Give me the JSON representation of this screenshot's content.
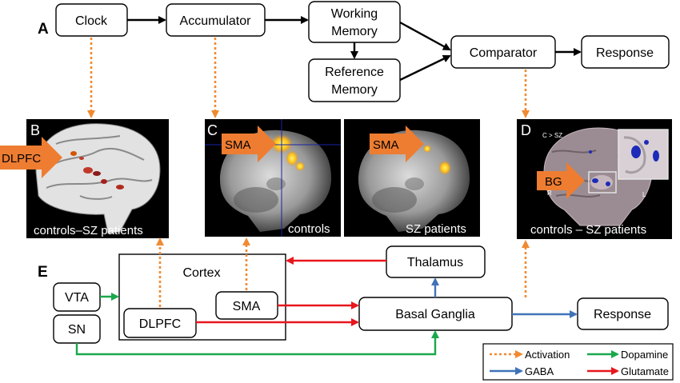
{
  "panel_a": {
    "letter": "A",
    "clock": "Clock",
    "accumulator": "Accumulator",
    "working_memory": [
      "Working",
      "Memory"
    ],
    "reference_memory": [
      "Reference",
      "Memory"
    ],
    "comparator": "Comparator",
    "response": "Response"
  },
  "panel_b": {
    "letter": "B",
    "tag": "DLPFC",
    "caption": "controls–SZ patients"
  },
  "panel_c": {
    "letter": "C",
    "tag_left": "SMA",
    "tag_right": "SMA",
    "caption_left": "controls",
    "caption_right": "SZ patients"
  },
  "panel_d": {
    "letter": "D",
    "contrast": "C > SZ",
    "side_r": "R",
    "side_l": "L",
    "tag": "BG",
    "caption": "controls – SZ patients"
  },
  "panel_e": {
    "letter": "E",
    "cortex": "Cortex",
    "dlpfc": "DLPFC",
    "sma": "SMA",
    "vta": "VTA",
    "sn": "SN",
    "thalamus": "Thalamus",
    "basal_ganglia": "Basal Ganglia",
    "response": "Response"
  },
  "legend": {
    "activation": "Activation",
    "dopamine": "Dopamine",
    "gaba": "GABA",
    "glutamate": "Glutamate"
  },
  "colors": {
    "activation": "#f08a32",
    "dopamine": "#1aa84b",
    "gaba": "#3f73b8",
    "glutamate": "#e8161d",
    "callout": "#ee7d31"
  }
}
